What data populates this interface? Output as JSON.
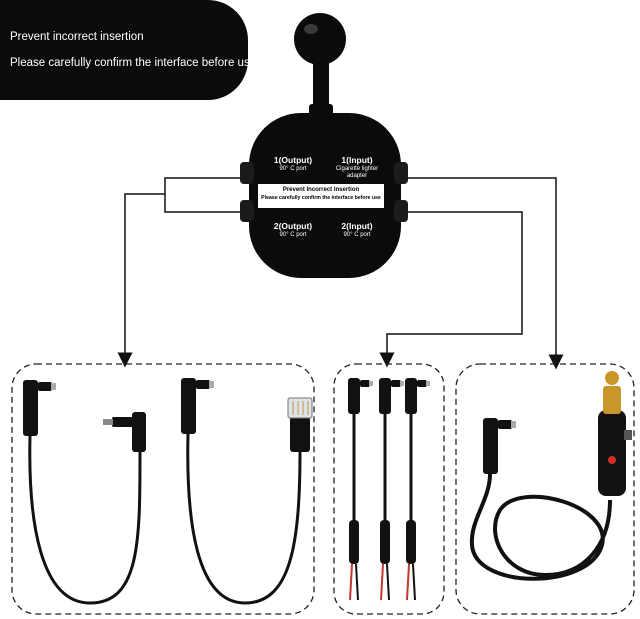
{
  "banner": {
    "line1": "Prevent incorrect insertion",
    "line2": "Please carefully confirm the interface before use"
  },
  "hub": {
    "port_top_left": {
      "title": "1(Output)",
      "sub": "90° C port"
    },
    "port_top_right": {
      "title": "1(Input)",
      "sub": "Cigarette lighter adapter"
    },
    "port_bottom_left": {
      "title": "2(Output)",
      "sub": "90° C port"
    },
    "port_bottom_right": {
      "title": "2(Input)",
      "sub": "90° C port"
    },
    "strip_line1": "Prevent Incorrect Insertion",
    "strip_line2": "Please carefully confirm the interface before use"
  },
  "colors": {
    "hub": "#0b0b0b",
    "cable": "#111111",
    "wire_red": "#c0392b",
    "plug_gold": "#c9962b",
    "lighter_red": "#d0302a"
  }
}
